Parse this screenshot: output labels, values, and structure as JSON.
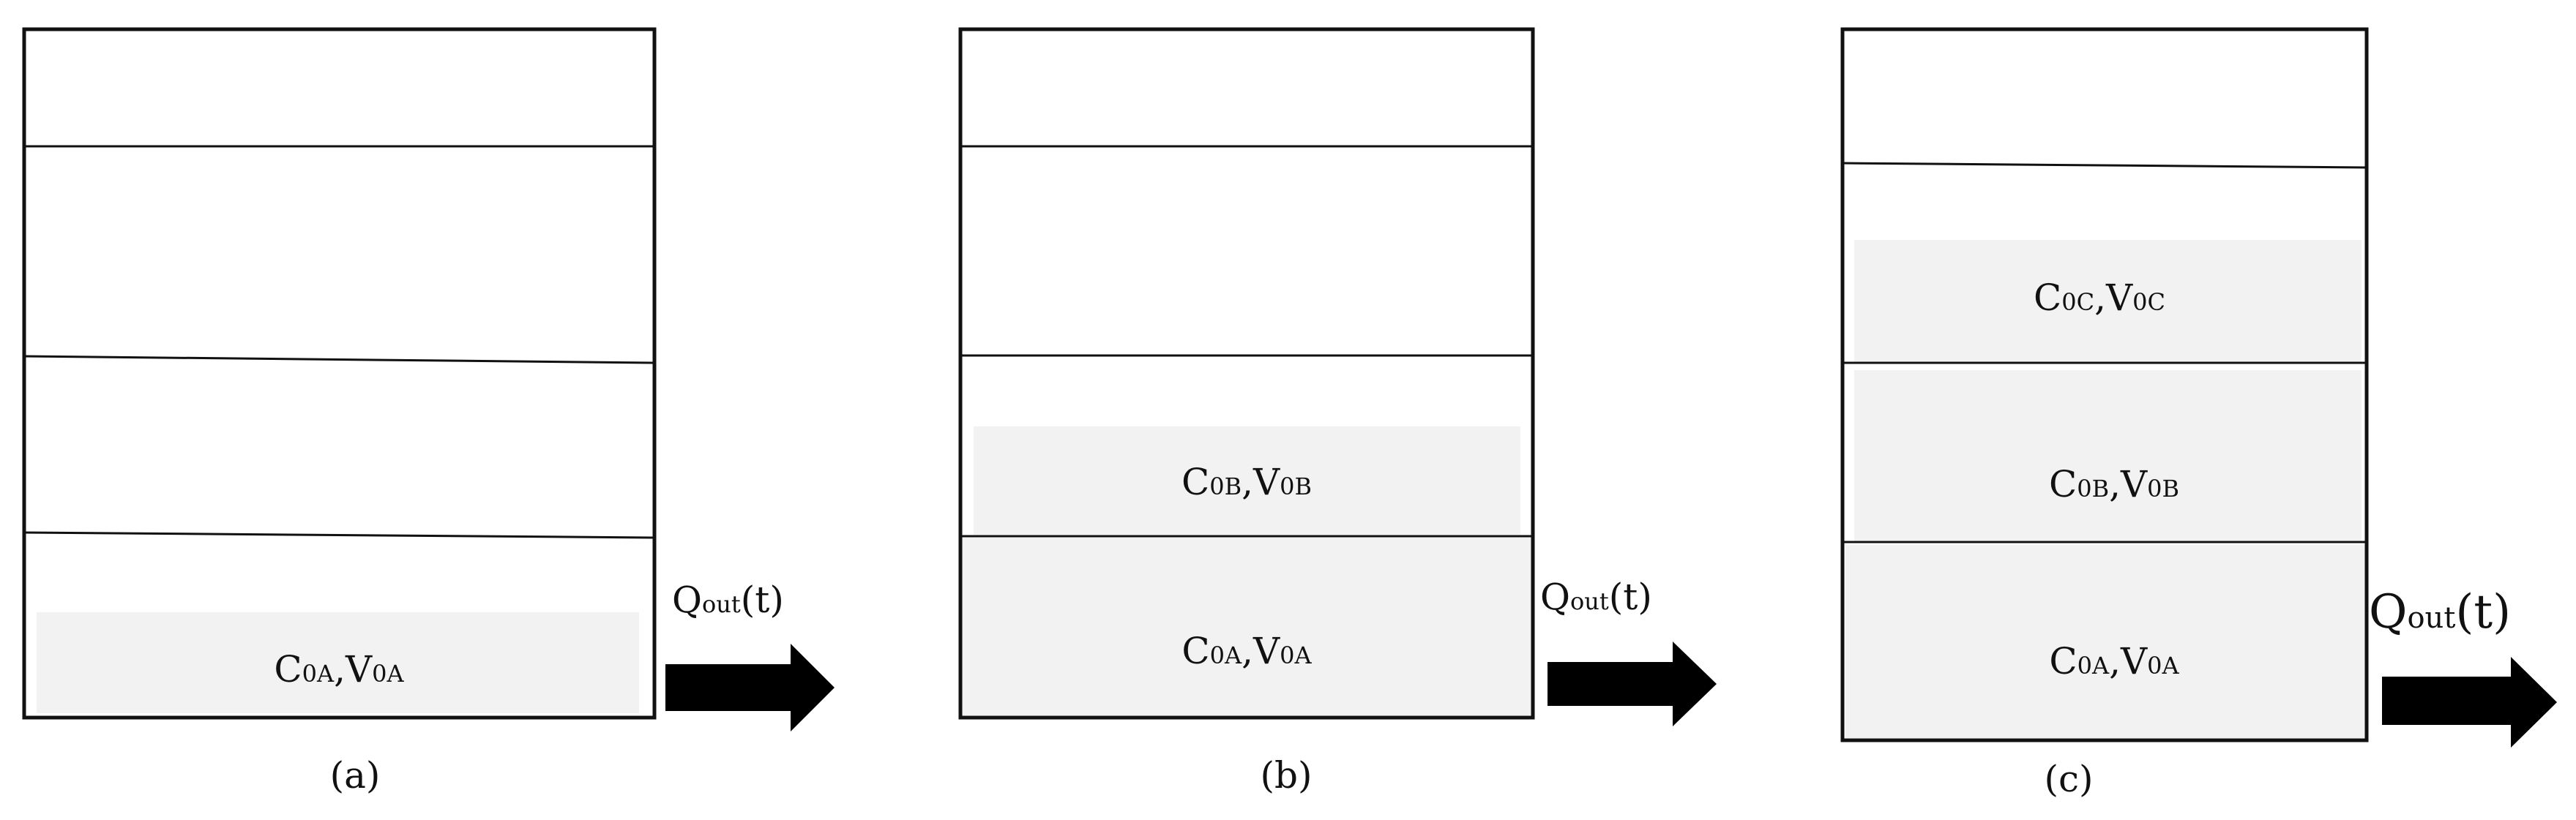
{
  "colors": {
    "fill": "#f2f2f2",
    "stroke": "#111111",
    "arrow": "#000000"
  },
  "panels": [
    {
      "caption": "(a)",
      "flow_label": {
        "main": "Q",
        "sub": "out",
        "tail": "(t)"
      },
      "layers": [
        {
          "c_main": "C",
          "c_sub": "0A",
          "v_main": "V",
          "v_sub": "0A"
        }
      ]
    },
    {
      "caption": "(b)",
      "flow_label": {
        "main": "Q",
        "sub": "out",
        "tail": "(t)"
      },
      "layers": [
        {
          "c_main": "C",
          "c_sub": "0A",
          "v_main": "V",
          "v_sub": "0A"
        },
        {
          "c_main": "C",
          "c_sub": "0B",
          "v_main": "V",
          "v_sub": "0B"
        }
      ]
    },
    {
      "caption": "(c)",
      "flow_label": {
        "main": "Q",
        "sub": "out",
        "tail": "(t)"
      },
      "layers": [
        {
          "c_main": "C",
          "c_sub": "0A",
          "v_main": "V",
          "v_sub": "0A"
        },
        {
          "c_main": "C",
          "c_sub": "0B",
          "v_main": "V",
          "v_sub": "0B"
        },
        {
          "c_main": "C",
          "c_sub": "0C",
          "v_main": "V",
          "v_sub": "0C"
        }
      ]
    }
  ]
}
